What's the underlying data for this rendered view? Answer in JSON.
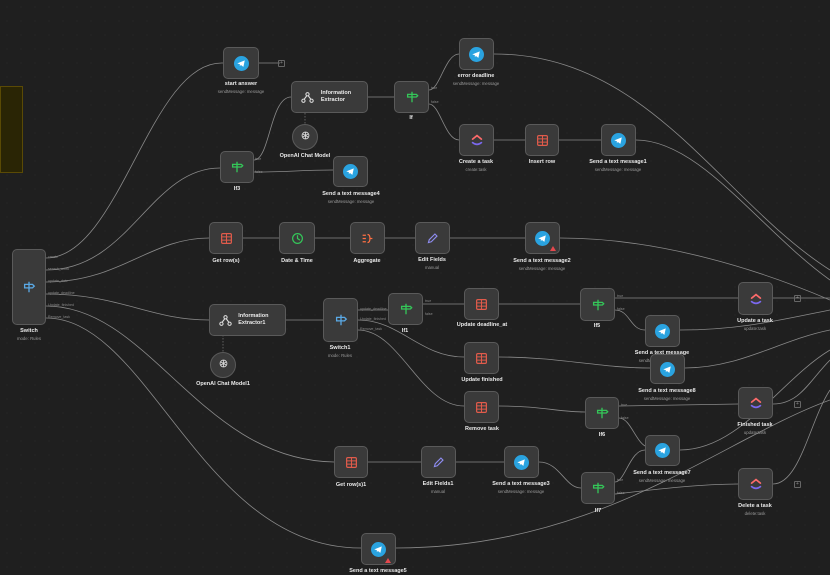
{
  "canvas": {
    "background": "#1f1f1f"
  },
  "colors": {
    "telegram": "#2aa3e0",
    "sheets": "#e05b4b",
    "switch": "#5aa9e6",
    "if": "#34c759",
    "clickup": "#7b68ee",
    "edit": "#8e8cf0",
    "aggregate": "#ff7043",
    "datetime": "#34c759"
  },
  "nodes": {
    "start_answer": {
      "label": "start answer",
      "sub": "sendMessage: message",
      "icon": "telegram-icon"
    },
    "info_extractor": {
      "label": "Information Extractor",
      "icon": "extractor-icon"
    },
    "openai_model": {
      "label": "OpenAI Chat Model",
      "icon": "openai-icon"
    },
    "if": {
      "label": "If",
      "icon": "if-icon",
      "outputs": [
        "true",
        "false"
      ]
    },
    "error_deadline": {
      "label": "error deadline",
      "sub": "sendMessage: message",
      "icon": "telegram-icon"
    },
    "create_task": {
      "label": "Create a task",
      "sub": "create:task",
      "icon": "clickup-icon"
    },
    "insert_row": {
      "label": "Insert row",
      "icon": "sheets-icon"
    },
    "send_msg1": {
      "label": "Send a text message1",
      "sub": "sendMessage: message",
      "icon": "telegram-icon"
    },
    "if3": {
      "label": "If3",
      "icon": "if-icon",
      "outputs": [
        "true",
        "false"
      ]
    },
    "send_msg4": {
      "label": "Send a text message4",
      "sub": "sendMessage: message",
      "icon": "telegram-icon"
    },
    "switch": {
      "label": "Switch",
      "sub": "mode: Rules",
      "icon": "switch-icon",
      "outputs": [
        "create",
        "search_week",
        "update_date",
        "update_deadline",
        "Update_finished",
        "Remove_task"
      ]
    },
    "get_rows": {
      "label": "Get row(s)",
      "icon": "sheets-icon"
    },
    "date_time": {
      "label": "Date & Time",
      "icon": "clock-icon"
    },
    "aggregate": {
      "label": "Aggregate",
      "icon": "aggregate-icon"
    },
    "edit_fields": {
      "label": "Edit Fields",
      "sub": "manual",
      "icon": "pencil-icon"
    },
    "send_msg2": {
      "label": "Send a text message2",
      "sub": "sendMessage: message",
      "icon": "telegram-icon"
    },
    "info_extractor1": {
      "label": "Information Extractor1",
      "icon": "extractor-icon"
    },
    "openai_model1": {
      "label": "OpenAI Chat Model1",
      "icon": "openai-icon"
    },
    "switch1": {
      "label": "Switch1",
      "sub": "mode: Rules",
      "icon": "switch-icon",
      "outputs": [
        "update_deadline",
        "Update_finished",
        "Remove_task"
      ]
    },
    "if1": {
      "label": "If1",
      "icon": "if-icon",
      "outputs": [
        "true",
        "false"
      ]
    },
    "update_deadline": {
      "label": "Update deadline_at",
      "icon": "sheets-icon"
    },
    "if5": {
      "label": "If5",
      "icon": "if-icon",
      "outputs": [
        "true",
        "false"
      ]
    },
    "update_task": {
      "label": "Update a task",
      "sub": "update:task",
      "icon": "clickup-icon"
    },
    "send_msg_partial": {
      "label": "Send a text message",
      "sub": "sendMessage: message",
      "icon": "telegram-icon"
    },
    "update_finished": {
      "label": "Update finished",
      "icon": "sheets-icon"
    },
    "send_msg8": {
      "label": "Send a text message8",
      "sub": "sendMessage: message",
      "icon": "telegram-icon"
    },
    "remove_task": {
      "label": "Remove task",
      "icon": "sheets-icon"
    },
    "if6": {
      "label": "If6",
      "icon": "if-icon",
      "outputs": [
        "true",
        "false"
      ]
    },
    "finished_task": {
      "label": "Finished task",
      "sub": "update:task",
      "icon": "clickup-icon"
    },
    "get_rows1": {
      "label": "Get row(s)1",
      "icon": "sheets-icon"
    },
    "edit_fields1": {
      "label": "Edit Fields1",
      "sub": "manual",
      "icon": "pencil-icon"
    },
    "send_msg3": {
      "label": "Send a text message3",
      "sub": "sendMessage: message",
      "icon": "telegram-icon"
    },
    "if7": {
      "label": "If7",
      "icon": "if-icon",
      "outputs": [
        "true",
        "false"
      ]
    },
    "send_msg7": {
      "label": "Send a text message7",
      "sub": "sendMessage: message",
      "icon": "telegram-icon"
    },
    "delete_task": {
      "label": "Delete a task",
      "sub": "delete:task",
      "icon": "clickup-icon"
    },
    "send_msg5": {
      "label": "Send a text message5",
      "icon": "telegram-icon"
    }
  }
}
